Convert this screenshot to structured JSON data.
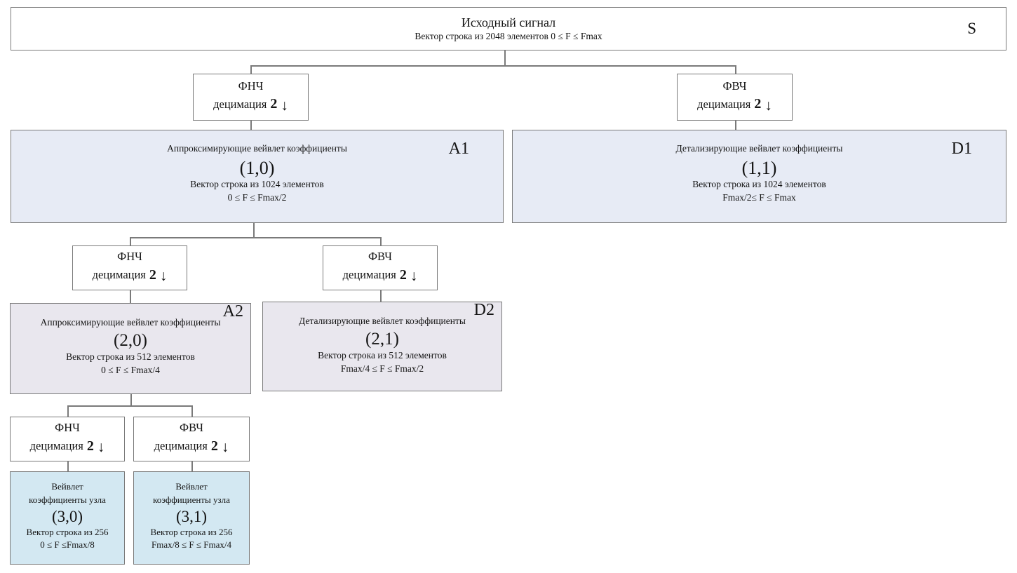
{
  "diagram_title": "Wavelet packet decomposition tree",
  "root": {
    "title": "Исходный сигнал",
    "subtitle": "Вектор строка из 2048 элементов 0 ≤ F ≤ Fmax",
    "label": "S"
  },
  "filters": {
    "lowpass": "ФНЧ",
    "highpass": "ФВЧ",
    "decimation": "децимация",
    "factor": "2",
    "arrow": "↓"
  },
  "nodes": {
    "a1": {
      "label": "A1",
      "title": "Аппроксимирующие вейвлет коэффициенты",
      "index": "(1,0)",
      "vector": "Вектор строка из 1024 элементов",
      "range": "0 ≤ F ≤ Fmax/2"
    },
    "d1": {
      "label": "D1",
      "title": "Детализирующие вейвлет коэффициенты",
      "index": "(1,1)",
      "vector": "Вектор строка из 1024 элементов",
      "range": "Fmax/2≤ F ≤ Fmax"
    },
    "a2": {
      "label": "A2",
      "title": "Аппроксимирующие вейвлет коэффициенты",
      "index": "(2,0)",
      "vector": "Вектор строка из 512 элементов",
      "range": "0 ≤ F ≤ Fmax/4"
    },
    "d2": {
      "label": "D2",
      "title": "Детализирующие вейвлет коэффициенты",
      "index": "(2,1)",
      "vector": "Вектор строка из 512 элементов",
      "range": "Fmax/4 ≤ F ≤ Fmax/2"
    },
    "n30": {
      "title_line1": "Вейвлет",
      "title_line2": "коэффициенты узла",
      "index": "(3,0)",
      "vector": "Вектор строка из 256",
      "range": "0 ≤ F ≤Fmax/8"
    },
    "n31": {
      "title_line1": "Вейвлет",
      "title_line2": "коэффициенты узла",
      "index": "(3,1)",
      "vector": "Вектор строка из 256",
      "range": "Fmax/8 ≤ F ≤ Fmax/4"
    }
  },
  "colors": {
    "border": "#7a7a7a",
    "connector": "#7a7a7a",
    "level1_fill": "#e7ebf5",
    "level2_fill": "#e9e7ee",
    "level3_fill": "#d3e8f2",
    "background": "#ffffff"
  }
}
